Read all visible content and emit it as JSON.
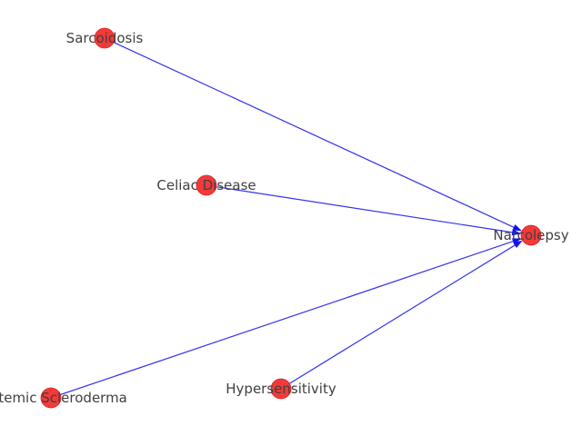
{
  "graph": {
    "type": "directed-network",
    "node_color": "#f33a3a",
    "edge_color": "#3333ee",
    "label_color": "#404040",
    "nodes": [
      {
        "id": "sarcoidosis",
        "label": "Sarcoidosis"
      },
      {
        "id": "celiac",
        "label": "Celiac Disease"
      },
      {
        "id": "narcolepsy",
        "label": "Narcolepsy"
      },
      {
        "id": "scleroderma",
        "label": "Systemic Scleroderma"
      },
      {
        "id": "hypersensitivity",
        "label": "Hypersensitivity"
      }
    ],
    "edges": [
      {
        "from": "sarcoidosis",
        "to": "narcolepsy"
      },
      {
        "from": "celiac",
        "to": "narcolepsy"
      },
      {
        "from": "scleroderma",
        "to": "narcolepsy"
      },
      {
        "from": "hypersensitivity",
        "to": "narcolepsy"
      }
    ]
  }
}
